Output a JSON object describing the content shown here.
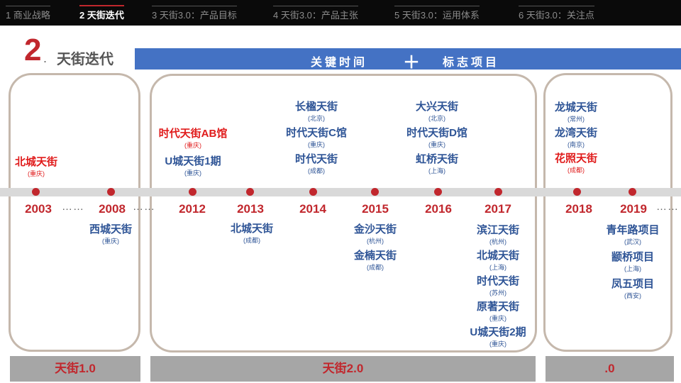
{
  "nav": {
    "tabs": [
      {
        "label": "1 商业战略",
        "active": false
      },
      {
        "label": "2 天街迭代",
        "active": true
      },
      {
        "label": "3 天街3.0：产品目标",
        "active": false
      },
      {
        "label": "4 天街3.0：产品主张",
        "active": false
      },
      {
        "label": "5 天街3.0：运用体系",
        "active": false
      },
      {
        "label": "6 天街3.0：关注点",
        "active": false
      }
    ]
  },
  "section": {
    "number": "2",
    "dot": ".",
    "title": "天街迭代"
  },
  "header_bar": {
    "left": "关键时间",
    "plus": "＋",
    "right": "标志项目"
  },
  "timeline": {
    "years": [
      "2003",
      "2008",
      "2012",
      "2013",
      "2014",
      "2015",
      "2016",
      "2017",
      "2018",
      "2019"
    ],
    "ellipses": [
      "……",
      "……",
      "……"
    ]
  },
  "projects": {
    "p2003_above": [
      {
        "name": "北城天街",
        "city": "(重庆)",
        "highlight": true
      }
    ],
    "p2008_below": [
      {
        "name": "西城天街",
        "city": "(重庆)",
        "highlight": false
      }
    ],
    "p2012_above": [
      {
        "name": "时代天街AB馆",
        "city": "(重庆)",
        "highlight": true
      },
      {
        "name": "U城天街1期",
        "city": "(重庆)",
        "highlight": false
      }
    ],
    "p2013_below": [
      {
        "name": "北城天街",
        "city": "(成都)",
        "highlight": false
      }
    ],
    "p2014_above": [
      {
        "name": "长楹天街",
        "city": "(北京)",
        "highlight": false
      },
      {
        "name": "时代天街C馆",
        "city": "(重庆)",
        "highlight": false
      },
      {
        "name": "时代天街",
        "city": "(成都)",
        "highlight": false
      }
    ],
    "p2015_below": [
      {
        "name": "金沙天街",
        "city": "(杭州)",
        "highlight": false
      },
      {
        "name": "金楠天街",
        "city": "(成都)",
        "highlight": false
      }
    ],
    "p2016_above": [
      {
        "name": "大兴天街",
        "city": "(北京)",
        "highlight": false
      },
      {
        "name": "时代天街D馆",
        "city": "(重庆)",
        "highlight": false
      },
      {
        "name": "虹桥天街",
        "city": "(上海)",
        "highlight": false
      }
    ],
    "p2017_below": [
      {
        "name": "滨江天街",
        "city": "(杭州)",
        "highlight": false
      },
      {
        "name": "北城天街",
        "city": "(上海)",
        "highlight": false
      },
      {
        "name": "时代天街",
        "city": "(苏州)",
        "highlight": false
      },
      {
        "name": "原著天街",
        "city": "(重庆)",
        "highlight": false
      },
      {
        "name": "U城天街2期",
        "city": "(重庆)",
        "highlight": false
      }
    ],
    "p2018_above": [
      {
        "name": "龙城天街",
        "city": "(常州)",
        "highlight": false
      },
      {
        "name": "龙湾天街",
        "city": "(南京)",
        "highlight": false
      },
      {
        "name": "花照天街",
        "city": "(成都)",
        "highlight": true
      }
    ],
    "p2019_below": [
      {
        "name": "青年路项目",
        "city": "(武汉)",
        "highlight": false
      },
      {
        "name": "颛桥项目",
        "city": "(上海)",
        "highlight": false
      },
      {
        "name": "凤五项目",
        "city": "(西安)",
        "highlight": false
      }
    ]
  },
  "phases": [
    "天街1.0",
    "天街2.0",
    ".0"
  ],
  "colors": {
    "accent": "#c1272d",
    "blue_bar": "#4472c4",
    "project_text": "#2e5496",
    "frame": "#c5b8ac",
    "timeline": "#d9d9d9",
    "phase_bar": "#a6a6a6"
  }
}
